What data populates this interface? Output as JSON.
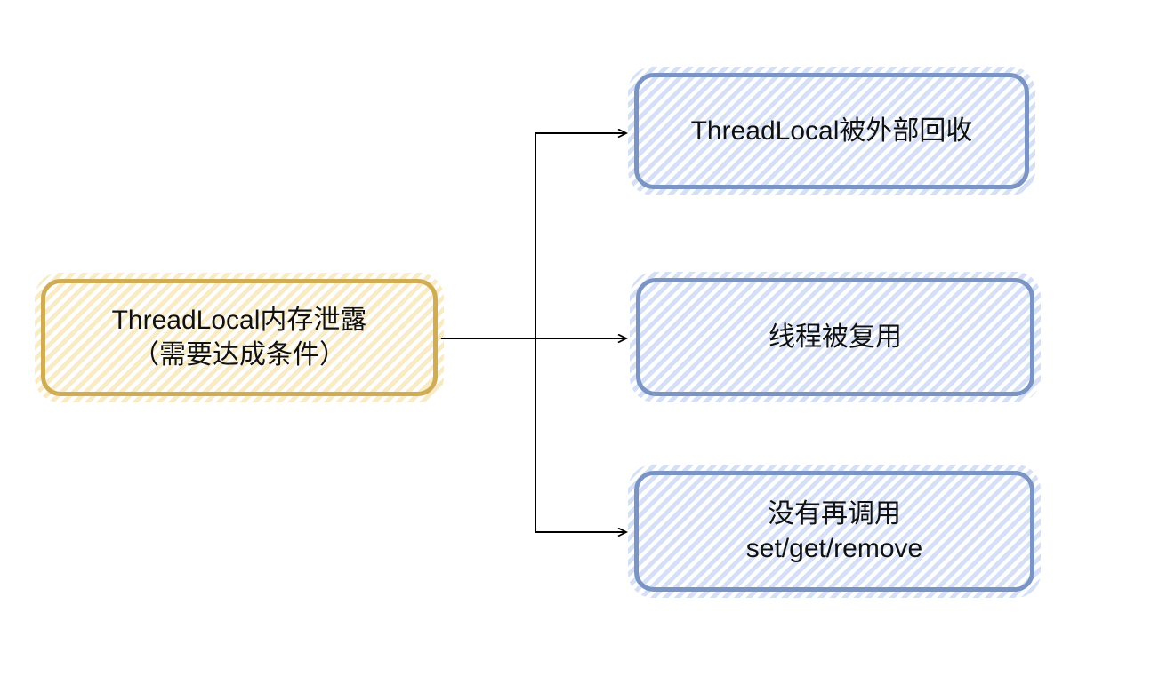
{
  "diagram": {
    "root": {
      "id": "root",
      "lines": [
        "ThreadLocal内存泄露",
        "（需要达成条件）"
      ]
    },
    "causes": [
      {
        "id": "cause-1",
        "lines": [
          "ThreadLocal被外部回收"
        ]
      },
      {
        "id": "cause-2",
        "lines": [
          "线程被复用"
        ]
      },
      {
        "id": "cause-3",
        "lines": [
          "没有再调用",
          "set/get/remove"
        ]
      }
    ],
    "edges": [
      {
        "from": "root",
        "to": "cause-1"
      },
      {
        "from": "root",
        "to": "cause-2"
      },
      {
        "from": "root",
        "to": "cause-3"
      }
    ],
    "colors": {
      "background": "#ffffff",
      "root_border": "#d0ad55",
      "root_stripe": "#f8ebc6",
      "cause_border": "#7a94c4",
      "cause_stripe": "#d5e0f6",
      "connector": "#000000"
    }
  }
}
